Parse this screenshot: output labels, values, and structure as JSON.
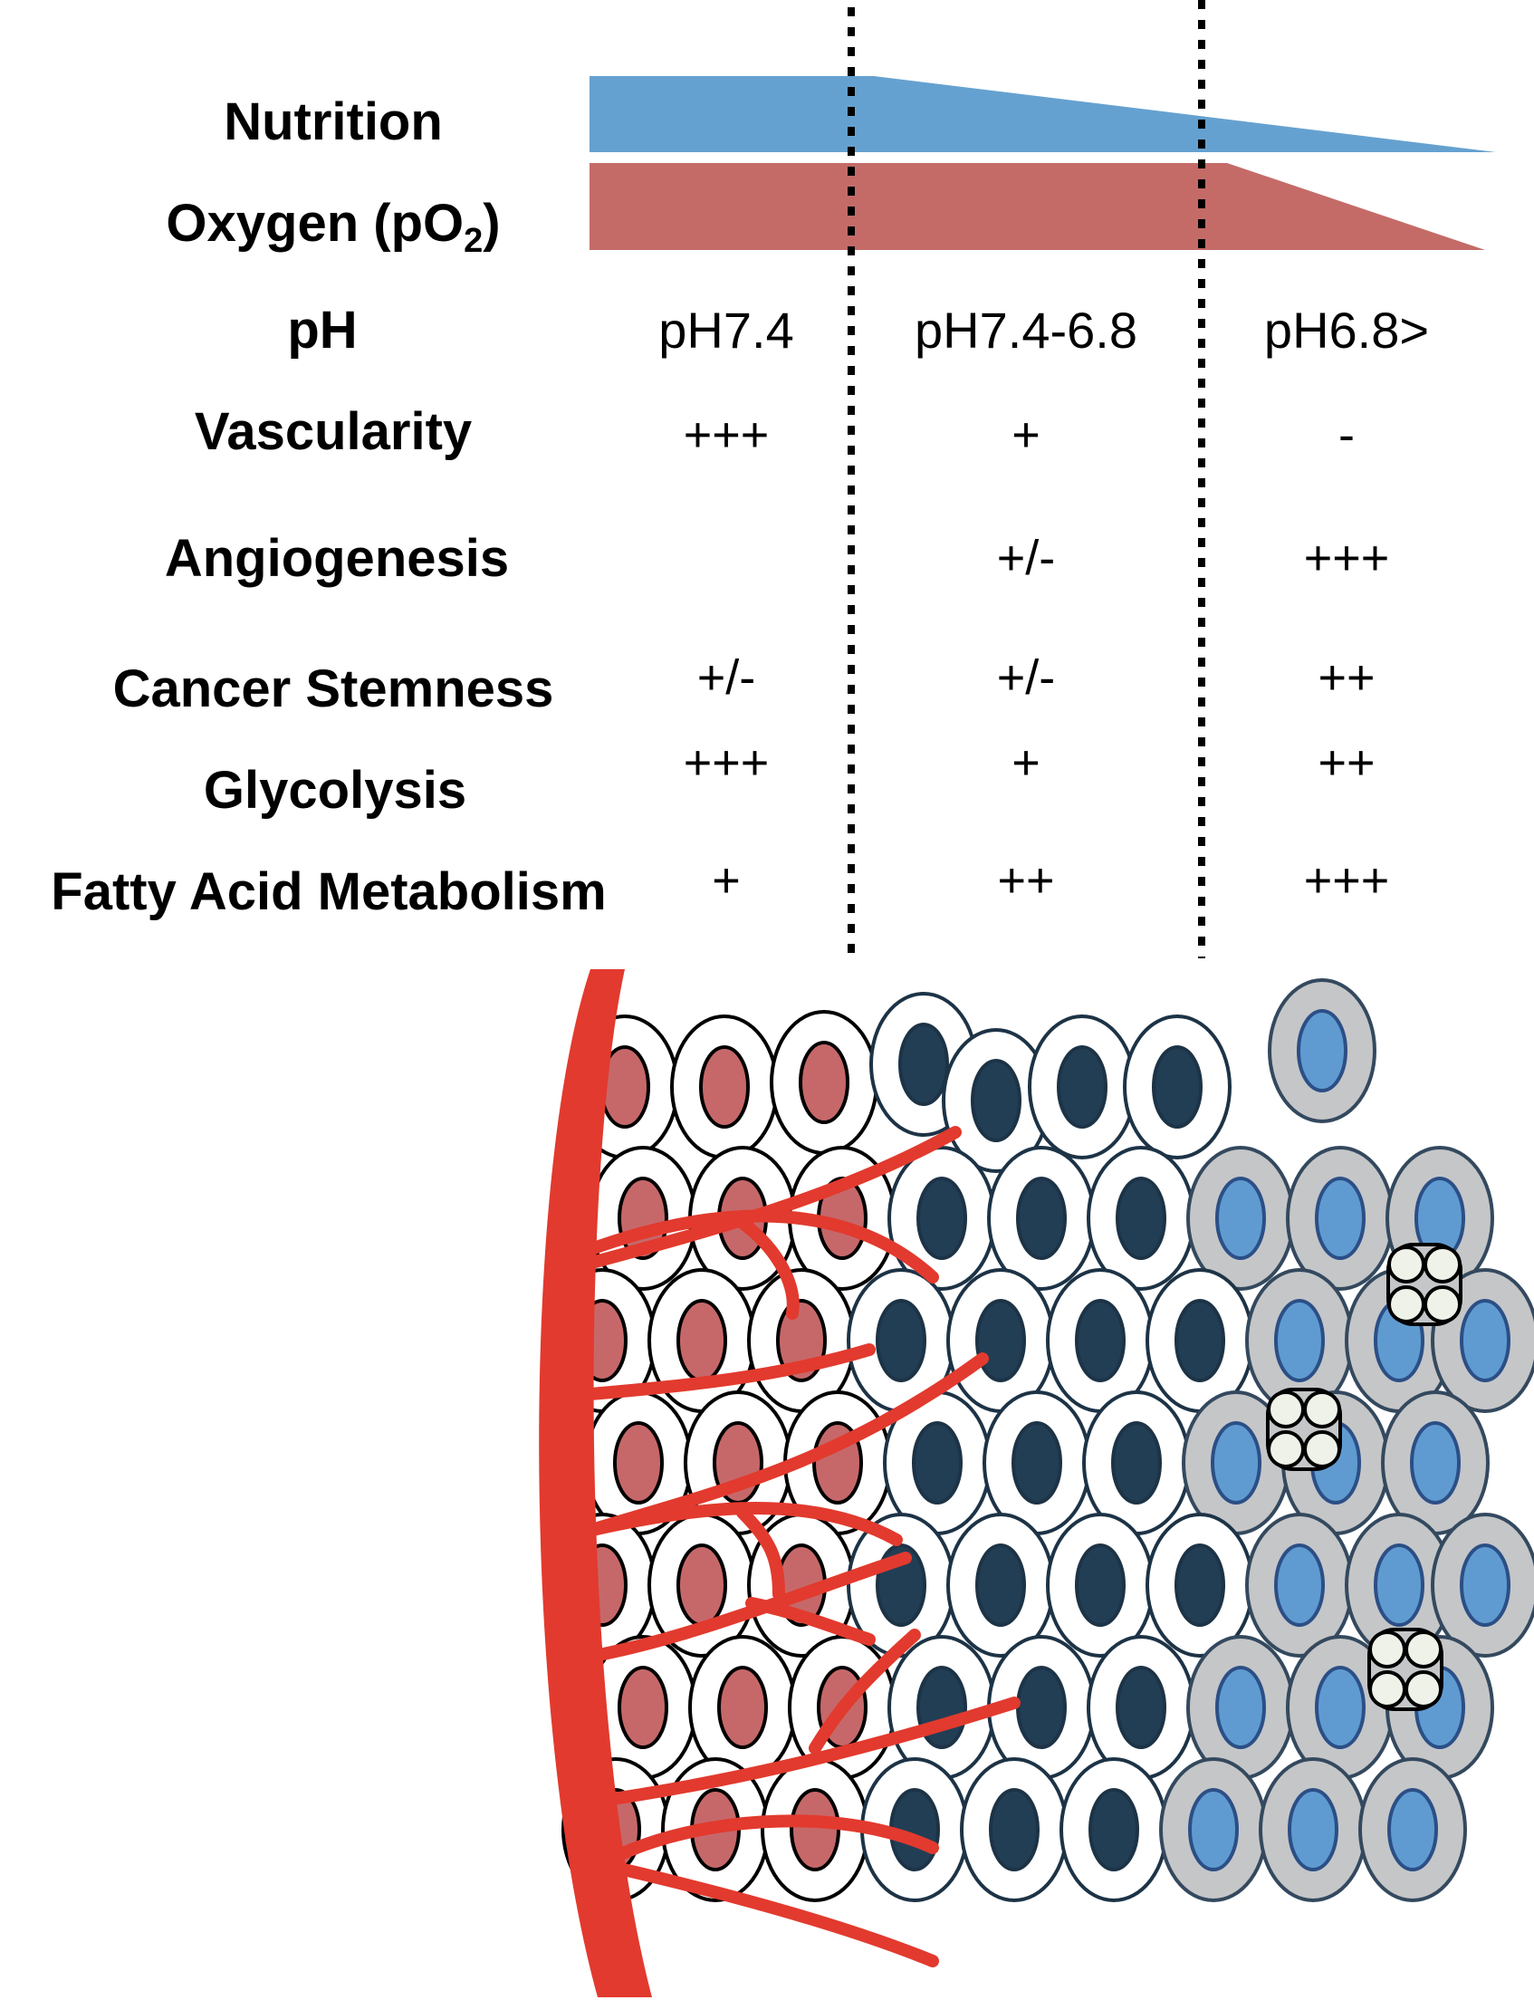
{
  "colors": {
    "nutrition_bar": "#65a1d0",
    "oxygen_bar": "#c46b68",
    "vessel_red": "#e23a2e",
    "normoxic_nucleus": "#c6686a",
    "hypoxic_nucleus": "#223e55",
    "acidic_nucleus": "#5f9bd1",
    "acidic_cytoplasm": "#c5c6c8",
    "lipid_droplet": "#eef2e8"
  },
  "rows": {
    "nutrition": "Nutrition",
    "oxygen_prefix": "Oxygen (pO",
    "oxygen_sub": "2",
    "oxygen_suffix": ")",
    "ph": "pH",
    "vascularity": "Vascularity",
    "angiogenesis": "Angiogenesis",
    "stemness": "Cancer Stemness",
    "glycolysis": "Glycolysis",
    "fatty_acid": "Fatty Acid Metabolism"
  },
  "columns": [
    {
      "ph": "pH7.4",
      "vascularity": "+++",
      "angiogenesis": "",
      "stemness": "+/-",
      "glycolysis": "+++",
      "fatty_acid": "+"
    },
    {
      "ph": "pH7.4-6.8",
      "vascularity": "+",
      "angiogenesis": "+/-",
      "stemness": "+/-",
      "glycolysis": "+",
      "fatty_acid": "++"
    },
    {
      "ph": "pH6.8>",
      "vascularity": "-",
      "angiogenesis": "+++",
      "stemness": "++",
      "glycolysis": "++",
      "fatty_acid": "+++"
    }
  ]
}
